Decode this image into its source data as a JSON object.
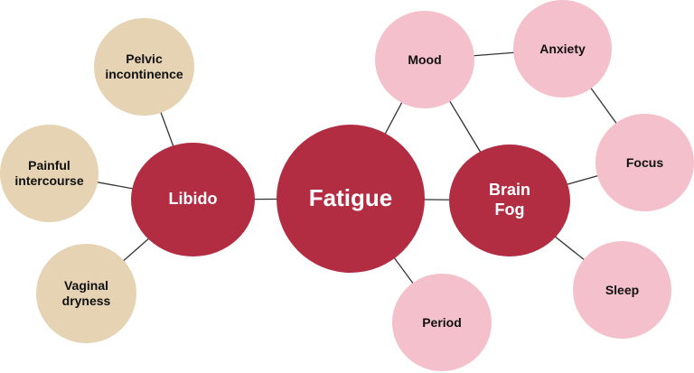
{
  "colors": {
    "primary": "#b22d42",
    "secondary_pink": "#f4c0cb",
    "secondary_beige": "#e5d3b3",
    "edge": "#333333"
  },
  "nodes": {
    "fatigue": "Fatigue",
    "libido": "Libido",
    "brain_fog": "Brain\nFog",
    "mood": "Mood",
    "anxiety": "Anxiety",
    "focus": "Focus",
    "sleep": "Sleep",
    "period": "Period",
    "pelvic_incontinence": "Pelvic\nincontinence",
    "painful_intercourse": "Painful\nintercourse",
    "vaginal_dryness": "Vaginal\ndryness"
  },
  "edges": [
    [
      "fatigue",
      "libido"
    ],
    [
      "fatigue",
      "brain_fog"
    ],
    [
      "fatigue",
      "mood"
    ],
    [
      "fatigue",
      "period"
    ],
    [
      "libido",
      "pelvic_incontinence"
    ],
    [
      "libido",
      "painful_intercourse"
    ],
    [
      "libido",
      "vaginal_dryness"
    ],
    [
      "brain_fog",
      "mood"
    ],
    [
      "brain_fog",
      "focus"
    ],
    [
      "brain_fog",
      "sleep"
    ],
    [
      "mood",
      "anxiety"
    ],
    [
      "anxiety",
      "focus"
    ]
  ]
}
